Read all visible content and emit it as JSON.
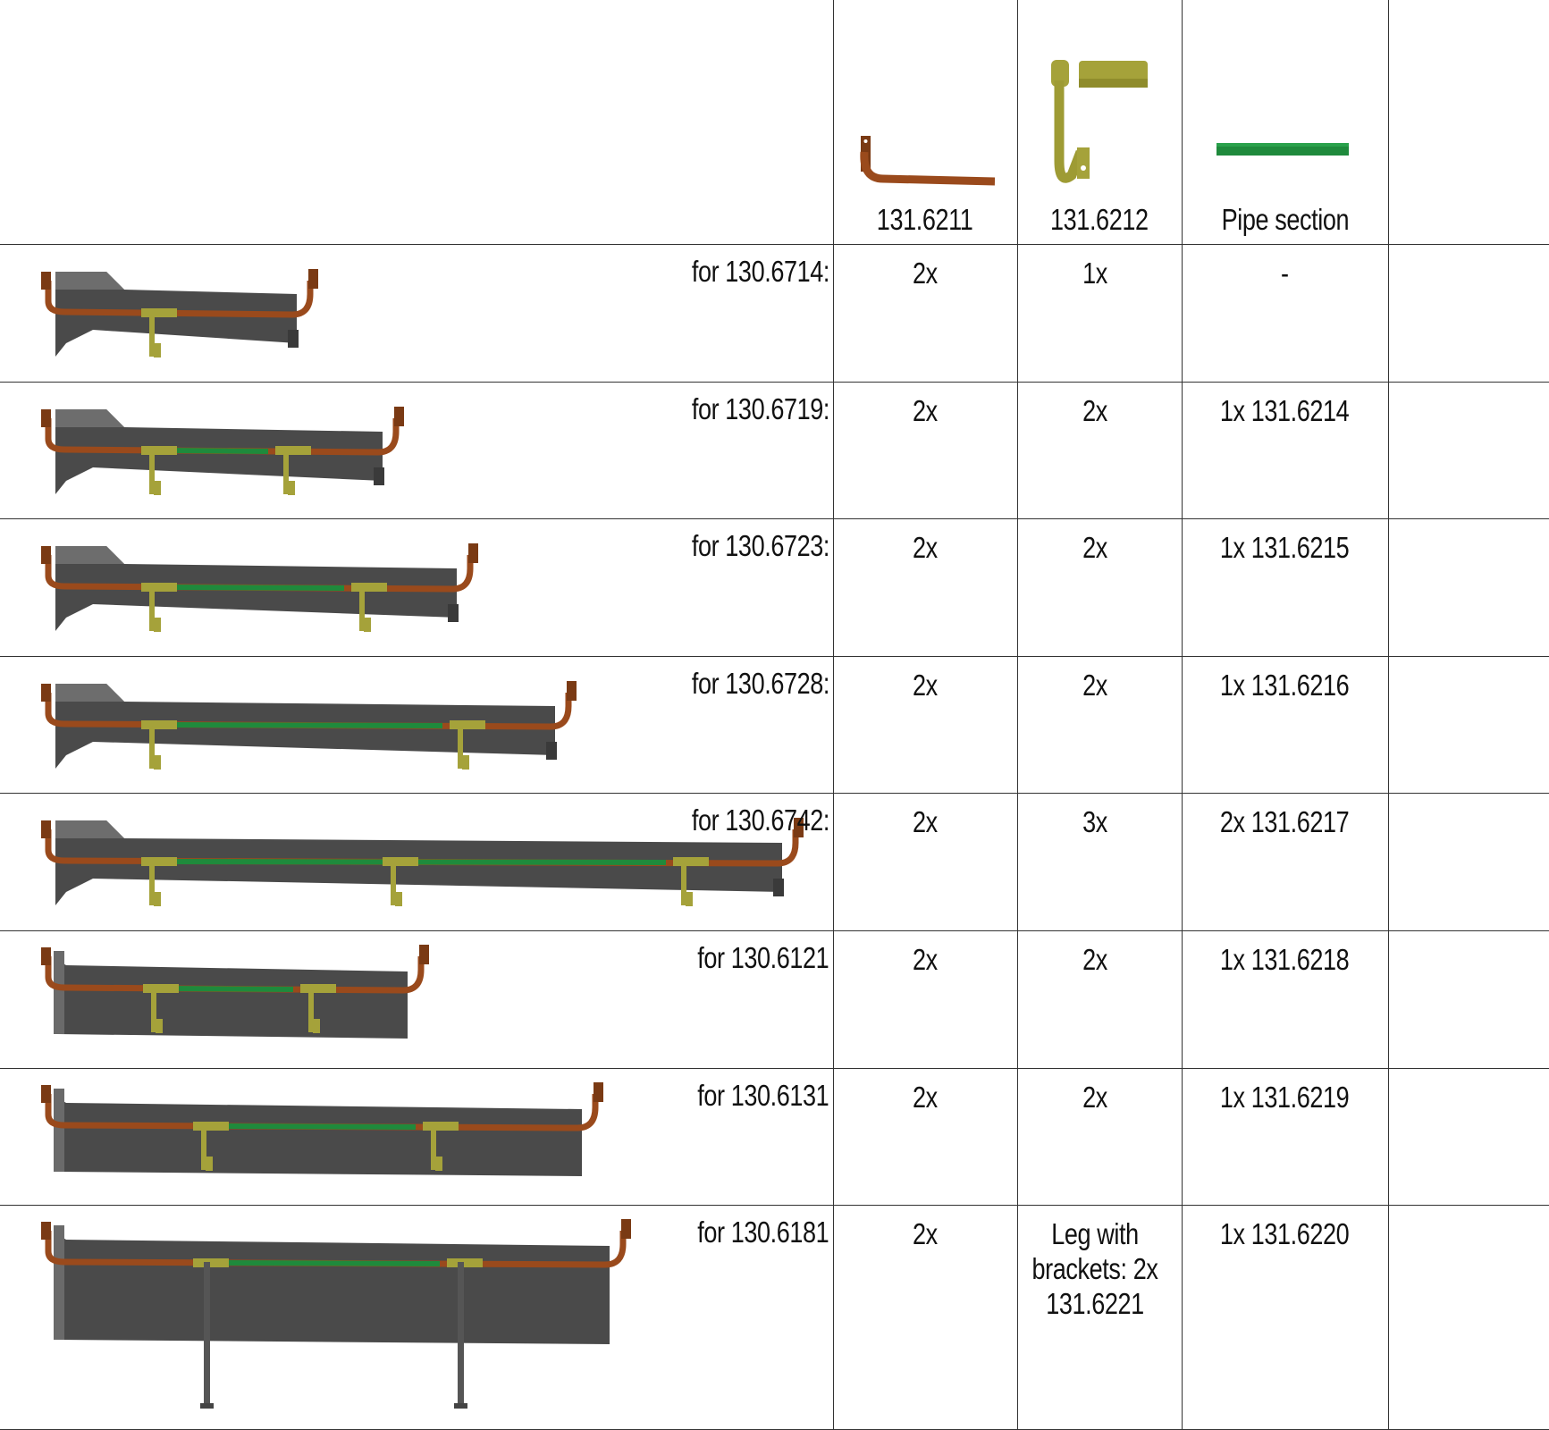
{
  "header": {
    "columns": [
      {
        "label": "131.6211",
        "icon": "elbow-rail-icon"
      },
      {
        "label": "131.6212",
        "icon": "bracket-icon"
      },
      {
        "label": "Pipe section",
        "icon": "pipe-section-icon"
      }
    ]
  },
  "rows": [
    {
      "label": "for 130.6714:",
      "c1": "2x",
      "c2": "1x",
      "c3": "-"
    },
    {
      "label": "for 130.6719:",
      "c1": "2x",
      "c2": "2x",
      "c3": "1x 131.6214"
    },
    {
      "label": "for 130.6723:",
      "c1": "2x",
      "c2": "2x",
      "c3": "1x 131.6215"
    },
    {
      "label": "for 130.6728:",
      "c1": "2x",
      "c2": "2x",
      "c3": "1x 131.6216"
    },
    {
      "label": "for 130.6742:",
      "c1": "2x",
      "c2": "3x",
      "c3": "2x 131.6217"
    },
    {
      "label": "for 130.6121",
      "c1": "2x",
      "c2": "2x",
      "c3": "1x 131.6218"
    },
    {
      "label": "for 130.6131",
      "c1": "2x",
      "c2": "2x",
      "c3": "1x 131.6219"
    },
    {
      "label": "for 130.6181",
      "c1": "2x",
      "c2": "Leg with brackets: 2x 131.6221",
      "c3": "1x 131.6220"
    }
  ],
  "colors": {
    "rail": "#9a4a1c",
    "bracket": "#a5a23a",
    "pipe": "#1f8a3c",
    "trough": "#4a4a4a"
  }
}
